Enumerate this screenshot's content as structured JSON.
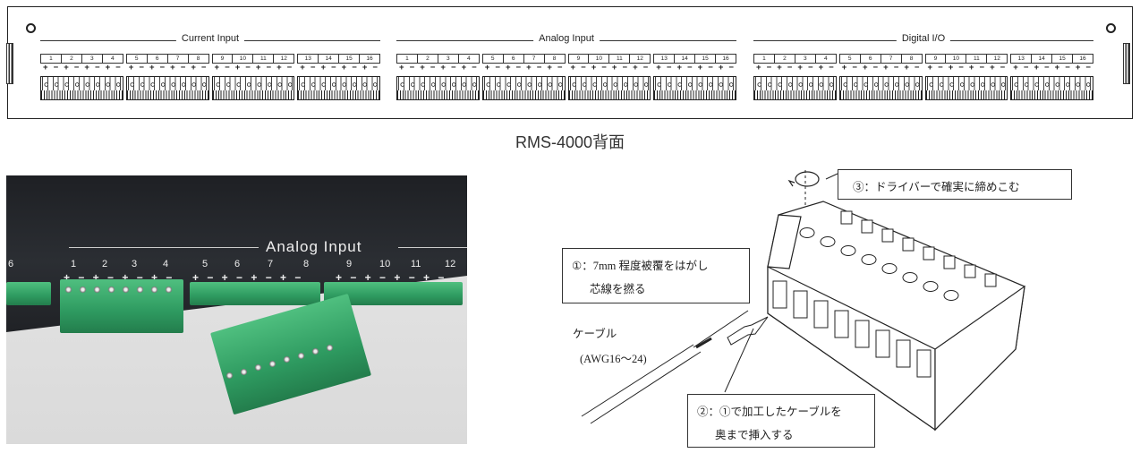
{
  "rear_panel": {
    "groups": [
      {
        "title": "Current Input"
      },
      {
        "title": "Analog Input"
      },
      {
        "title": "Digital I/O"
      }
    ],
    "channel_blocks": [
      [
        "1",
        "2",
        "3",
        "4"
      ],
      [
        "5",
        "6",
        "7",
        "8"
      ],
      [
        "9",
        "10",
        "11",
        "12"
      ],
      [
        "13",
        "14",
        "15",
        "16"
      ]
    ],
    "polarity": [
      "+",
      "−",
      "+",
      "−",
      "+",
      "−",
      "+",
      "−"
    ]
  },
  "caption": "RMS-4000背面",
  "photo": {
    "title": "Analog Input",
    "left_edge_num": "6",
    "channels": [
      "1",
      "2",
      "3",
      "4",
      "5",
      "6",
      "7",
      "8",
      "9",
      "10",
      "11",
      "12"
    ],
    "polarity": "+ − + − + − + −"
  },
  "diagram": {
    "step3": "③：ドライバーで確実に締めこむ",
    "step1_line1": "①：7mm 程度被覆をはがし",
    "step1_line2": "芯線を撚る",
    "cable_label": "ケーブル",
    "cable_spec": "(AWG16～24)",
    "step2_line1": "②：①で加工したケーブルを",
    "step2_line2": "奥まで挿入する"
  }
}
